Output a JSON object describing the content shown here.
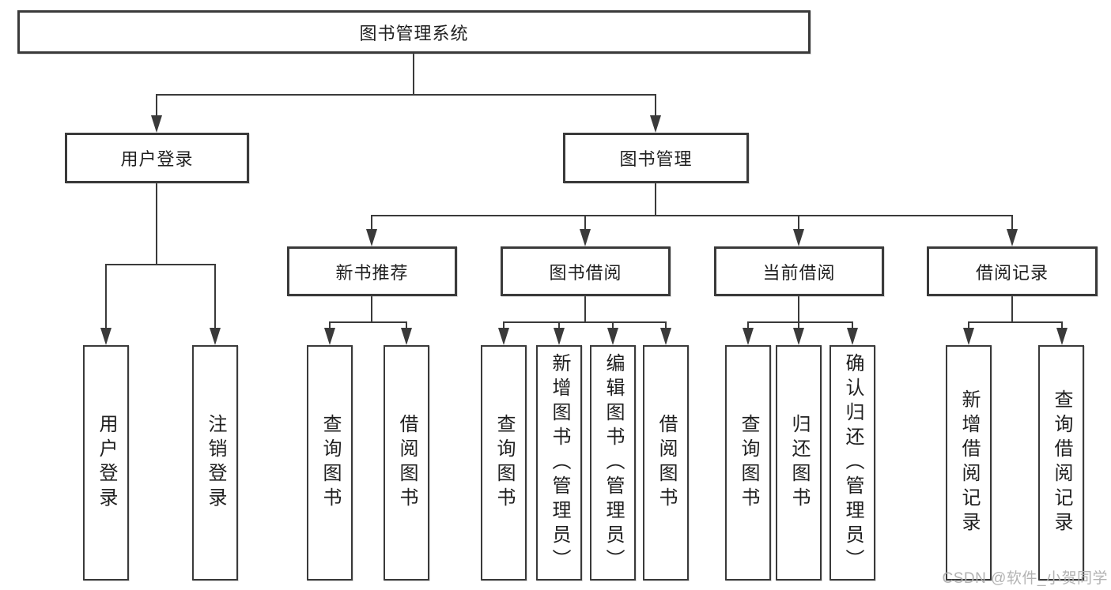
{
  "watermark": "CSDN @软件_小贺同学",
  "tree": {
    "root": {
      "label": "图书管理系统"
    },
    "branches": [
      {
        "label": "用户登录",
        "children": [
          {
            "label": "用户登录"
          },
          {
            "label": "注销登录"
          }
        ]
      },
      {
        "label": "图书管理",
        "groups": [
          {
            "label": "新书推荐",
            "children": [
              {
                "label": "查询图书"
              },
              {
                "label": "借阅图书"
              }
            ]
          },
          {
            "label": "图书借阅",
            "children": [
              {
                "label": "查询图书"
              },
              {
                "label": "新增图书（管理员）"
              },
              {
                "label": "编辑图书（管理员）"
              },
              {
                "label": "借阅图书"
              }
            ]
          },
          {
            "label": "当前借阅",
            "children": [
              {
                "label": "查询图书"
              },
              {
                "label": "归还图书"
              },
              {
                "label": "确认归还（管理员）"
              }
            ]
          },
          {
            "label": "借阅记录",
            "children": [
              {
                "label": "新增借阅记录"
              },
              {
                "label": "查询借阅记录"
              }
            ]
          }
        ]
      }
    ]
  }
}
